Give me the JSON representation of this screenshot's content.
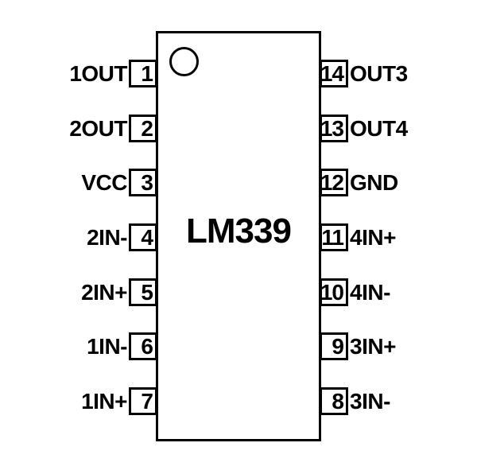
{
  "chip": {
    "label": "LM339",
    "package_pin_count": 14
  },
  "colors": {
    "line": "#000000",
    "background": "#ffffff"
  },
  "pins": {
    "left": [
      {
        "number": "1",
        "label": "1OUT"
      },
      {
        "number": "2",
        "label": "2OUT"
      },
      {
        "number": "3",
        "label": "VCC"
      },
      {
        "number": "4",
        "label": "2IN-"
      },
      {
        "number": "5",
        "label": "2IN+"
      },
      {
        "number": "6",
        "label": "1IN-"
      },
      {
        "number": "7",
        "label": "1IN+"
      }
    ],
    "right": [
      {
        "number": "14",
        "label": "OUT3"
      },
      {
        "number": "13",
        "label": "OUT4"
      },
      {
        "number": "12",
        "label": "GND"
      },
      {
        "number": "11",
        "label": "4IN+"
      },
      {
        "number": "10",
        "label": "4IN-"
      },
      {
        "number": "9",
        "label": "3IN+"
      },
      {
        "number": "8",
        "label": "3IN-"
      }
    ]
  }
}
